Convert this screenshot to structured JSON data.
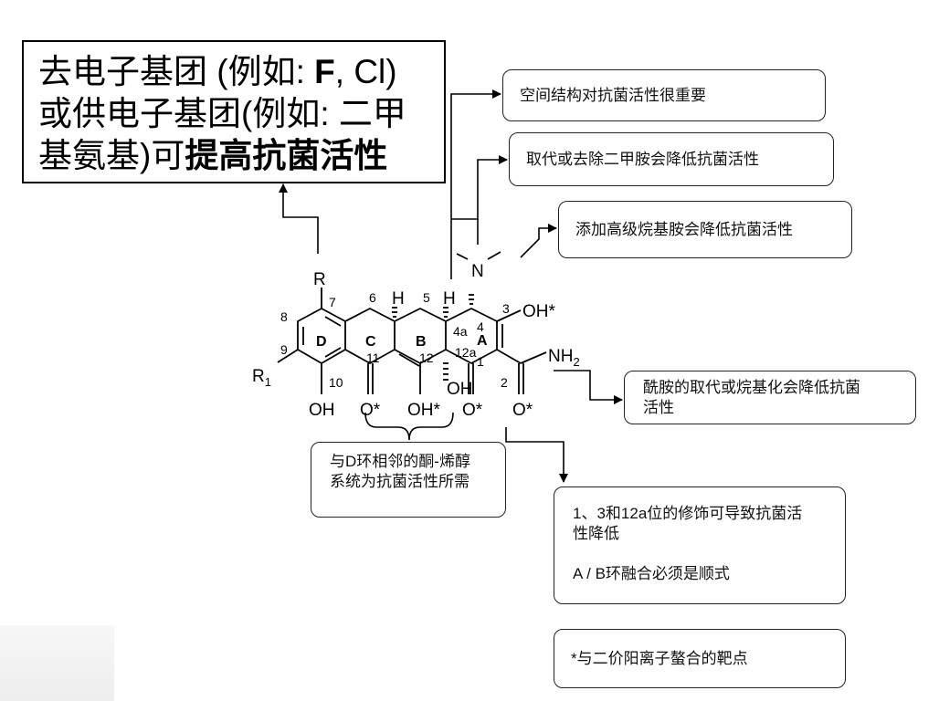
{
  "title_box": {
    "line1_prefix": "去电子基团 (例如: ",
    "line1_bold": "F",
    "line1_suffix": ", Cl)",
    "line2": "或供电子基团(例如: 二甲",
    "line3_prefix": "基氨基)可",
    "line3_bold": "提高抗菌活性"
  },
  "annotations": {
    "spatial": "空间结构对抗菌活性很重要",
    "remove_dimethylamine": "取代或去除二甲胺会降低抗菌活性",
    "higher_alkylamine": "添加高级烷基胺会降低抗菌活性",
    "amide": "酰胺的取代或烷基化会降低抗菌活性",
    "ketoenol": "与D环相邻的酮-烯醇系统为抗菌活性所需",
    "modification_1": "1、3和12a位的修饰可导致抗菌活性降低",
    "modification_2": "A / B环融合必须是顺式",
    "chelation": "*与二价阳离子螯合的靶点"
  },
  "molecule": {
    "R": "R",
    "R1": "R",
    "R1_sub": "1",
    "ring_A": "A",
    "ring_B": "B",
    "ring_C": "C",
    "ring_D": "D",
    "N": "N",
    "H_5a": "H",
    "H_4a": "H",
    "OH_3": "OH*",
    "OH_10": "OH",
    "O_11": "O*",
    "OH_12": "OH*",
    "OH_12a": "OH",
    "O_1": "O*",
    "O_amide": "O*",
    "NH2": "NH",
    "NH2_sub": "2",
    "num_1": "1",
    "num_2": "2",
    "num_3": "3",
    "num_4": "4",
    "num_4a": "4a",
    "num_5": "5",
    "num_6": "6",
    "num_7": "7",
    "num_8": "8",
    "num_9": "9",
    "num_10": "10",
    "num_11": "11",
    "num_12": "12",
    "num_12a": "12a"
  }
}
